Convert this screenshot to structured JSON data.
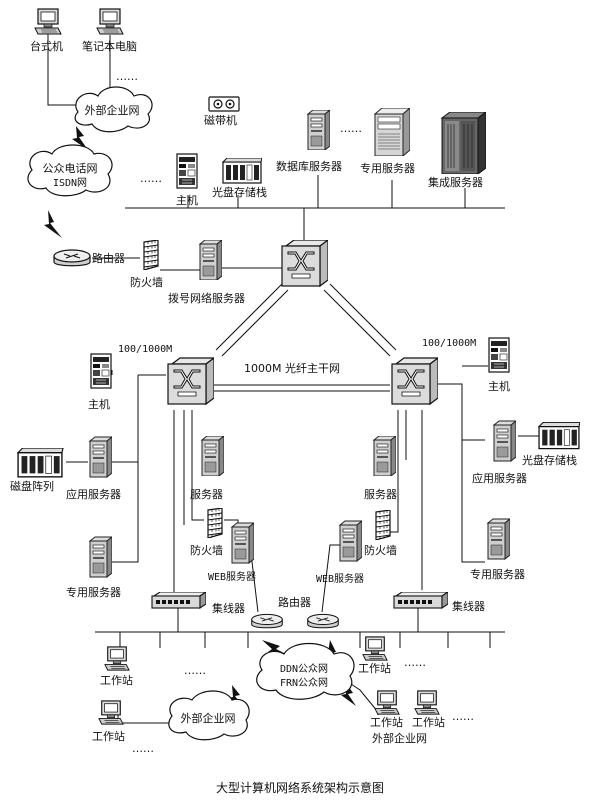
{
  "labels": {
    "desktop": "台式机",
    "laptop": "笔记本电脑",
    "external_net_top": "外部企业网",
    "pstn_line1": "公众电话网",
    "pstn_line2": "ISDN网",
    "tape": "磁带机",
    "db_server": "数据库服务器",
    "dedicated_server_top": "专用服务器",
    "integrated_server": "集成服务器",
    "mainframe_top": "主机",
    "optical_storage_top": "光盘存储栈",
    "router_top": "路由器",
    "firewall_top": "防火墙",
    "dialup_server": "拨号网络服务器",
    "speed_left": "100/1000M",
    "speed_right": "100/1000M",
    "backbone": "1000M 光纤主干网",
    "mainframe_left": "主机",
    "disk_array": "磁盘阵列",
    "app_server_left": "应用服务器",
    "dedicated_server_left": "专用服务器",
    "server_mid_left": "服务器",
    "firewall_mid_left": "防火墙",
    "web_server_left": "WEB服务器",
    "router_bottom": "路由器",
    "web_server_right": "WEB服务器",
    "firewall_mid_right": "防火墙",
    "server_mid_right": "服务器",
    "mainframe_right": "主机",
    "optical_storage_right": "光盘存储栈",
    "app_server_right": "应用服务器",
    "dedicated_server_right": "专用服务器",
    "hub_left": "集线器",
    "hub_right": "集线器",
    "workstation_left": "工作站",
    "ddn_line1": "DDN公众网",
    "ddn_line2": "FRN公众网",
    "workstation_right_top": "工作站",
    "external_net_bottom": "外部企业网",
    "workstation_bottom_left": "工作站",
    "workstation_bottom_right1": "工作站",
    "workstation_bottom_right2": "工作站",
    "external_net_bottom_right": "外部企业网",
    "ellipsis": "……",
    "caption": "大型计算机网络系统架构示意图"
  }
}
